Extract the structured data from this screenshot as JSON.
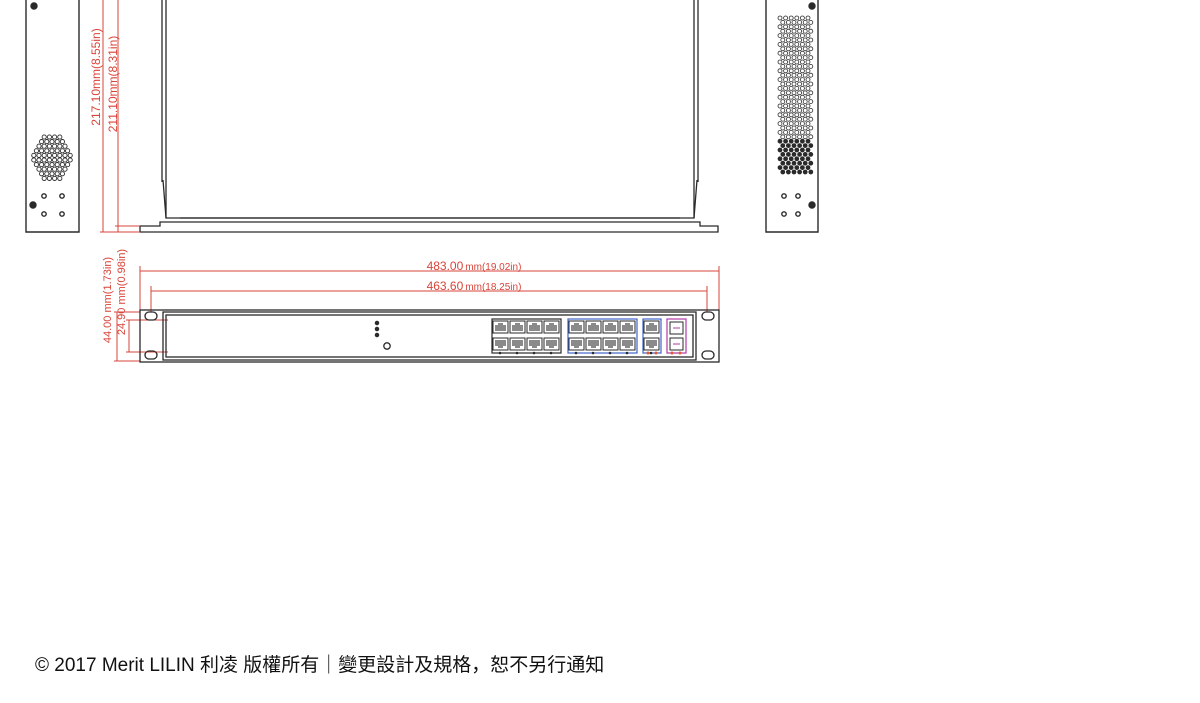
{
  "colors": {
    "line": "#2a2a2a",
    "dimension": "#d9443a",
    "port_group_blue": "#3f63c9",
    "sfp_magenta": "#b23aa8",
    "led_orange": "#e05a3a"
  },
  "dimensions": {
    "depth_outer": "217.10mm(8.55in)",
    "depth_inner": "211.10mm(8.31in)",
    "width_outer_mm": "483.00",
    "width_outer_in": "mm(19.02in)",
    "width_inner_mm": "463.60",
    "width_inner_in": "mm(18.25in)",
    "height_outer": "44.00 mm(1.73in)",
    "height_inner": "24.90 mm(0.98in)"
  },
  "footer": {
    "text": "© 2017 Merit LILIN 利凌  版權所有｜變更設計及規格，恕不另行通知"
  }
}
